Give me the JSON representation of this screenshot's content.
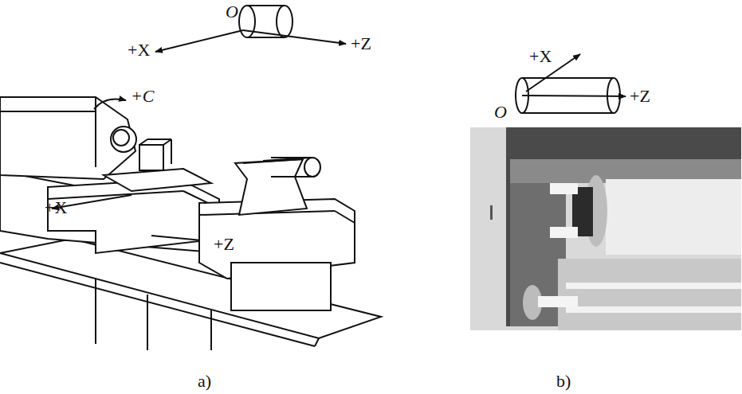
{
  "diagram": {
    "labels": [
      "O",
      "+X",
      "+Z",
      "+C",
      "+X",
      "+Z",
      "+X",
      "O",
      "+Z",
      "a)",
      "b)"
    ]
  }
}
